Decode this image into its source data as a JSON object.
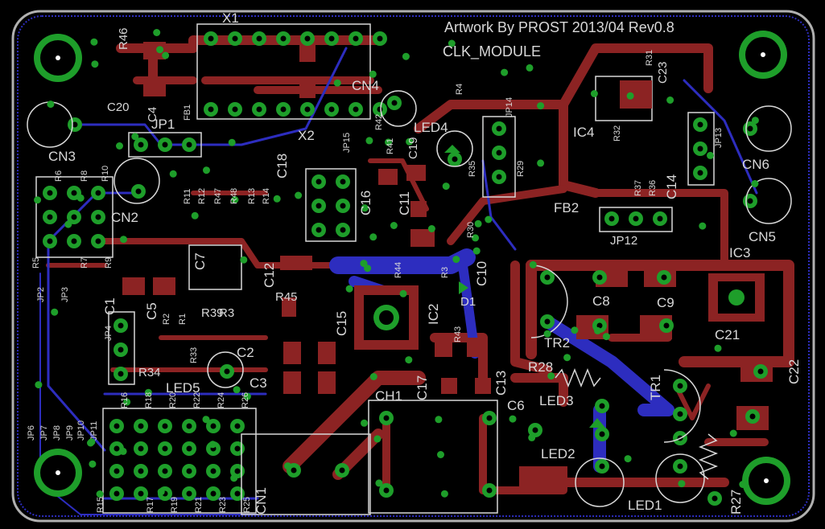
{
  "board": {
    "artwork_line": "Artwork By PROST 2013/04 Rev0.8",
    "module_name": "CLK_MODULE"
  },
  "colors": {
    "background": "#000000",
    "top_copper": "#8c2323",
    "bottom_copper": "#2d2dbf",
    "pad": "#1e9e2a",
    "silkscreen": "#d8d8d8",
    "outline": "#b0b0b0"
  },
  "labels": {
    "X1": "X1",
    "R46": "R46",
    "C20": "C20",
    "C4": "C4",
    "FB1": "FB1",
    "CN4": "CN4",
    "JP1": "JP1",
    "CN3": "CN3",
    "R6": "R6",
    "R8": "R8",
    "R10": "R10",
    "CN2": "CN2",
    "X2": "X2",
    "C18": "C18",
    "R11": "R11",
    "R12": "R12",
    "R47": "R47",
    "R48": "R48",
    "R13": "R13",
    "R14": "R14",
    "C16": "C16",
    "C11": "C11",
    "C19": "C19",
    "R42": "R42",
    "R41": "R41",
    "R4": "R4",
    "LED4": "LED4",
    "JP14": "JP14",
    "JP15": "JP15",
    "R35": "R35",
    "R29": "R29",
    "R30": "R30",
    "IC4": "IC4",
    "R32": "R32",
    "C23": "C23",
    "R31": "R31",
    "R37": "R37",
    "R36": "R36",
    "C14": "C14",
    "JP13": "JP13",
    "CN6": "CN6",
    "FB2": "FB2",
    "CN5": "CN5",
    "JP12": "JP12",
    "IC3": "IC3",
    "C8": "C8",
    "C9": "C9",
    "C21": "C21",
    "C22": "C22",
    "C12": "C12",
    "C7": "C7",
    "C1": "C1",
    "C5": "C5",
    "R45": "R45",
    "R44": "R44",
    "R3": "R3",
    "C10": "C10",
    "D1": "D1",
    "C2": "C2",
    "IC2": "IC2",
    "R43": "R43",
    "C15": "C15",
    "C3": "C3",
    "R34": "R34",
    "LED5": "LED5",
    "JP4": "JP4",
    "JP2": "JP2",
    "JP3": "JP3",
    "R5": "R5",
    "R7": "R7",
    "R9": "R9",
    "R33": "R33",
    "R39": "R39",
    "R2": "R2",
    "R1": "R1",
    "TR2": "TR2",
    "R28": "R28",
    "LED3": "LED3",
    "TR1": "TR1",
    "C6": "C6",
    "C13": "C13",
    "C17": "C17",
    "CH1": "CH1",
    "LED2": "LED2",
    "LED1": "LED1",
    "R27": "R27",
    "CN1": "CN1",
    "JP6": "JP6",
    "JP7": "JP7",
    "JP8": "JP8",
    "JP9": "JP9",
    "JP10": "JP10",
    "JP11": "JP11",
    "R16": "R16",
    "R18": "R18",
    "R20": "R20",
    "R22": "R22",
    "R24": "R24",
    "R26": "R26",
    "R15": "R15",
    "R17": "R17",
    "R19": "R19",
    "R21": "R21",
    "R23": "R23",
    "R25": "R25"
  }
}
